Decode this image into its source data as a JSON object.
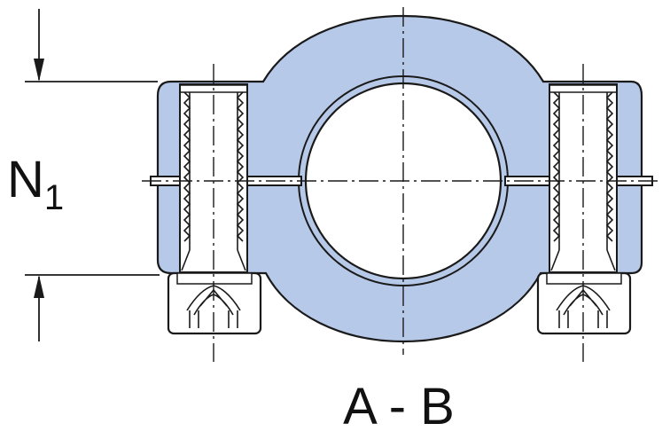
{
  "colors": {
    "fill": "#b7c9e8",
    "outline": "#1a1a1a",
    "background": "#ffffff"
  },
  "labels": {
    "dimension_main": "N",
    "dimension_sub": "1",
    "section": "A - B"
  }
}
